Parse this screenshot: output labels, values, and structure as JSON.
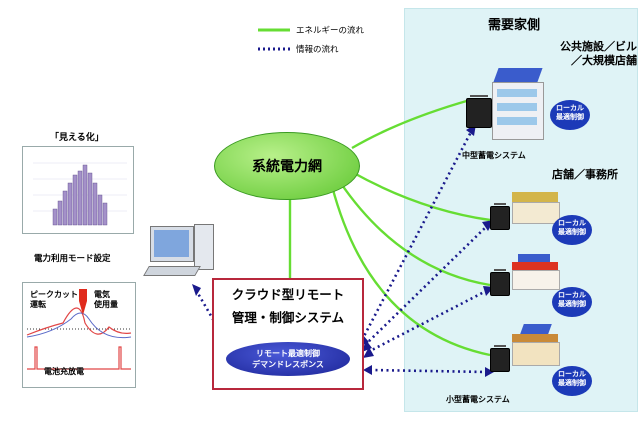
{
  "legend": {
    "energy_flow": "エネルギーの流れ",
    "info_flow": "情報の流れ"
  },
  "demand_side": {
    "title": "需要家側",
    "public_building": "公共施設／ビル\n／大規模店舗",
    "mid_battery": "中型蓄電システム",
    "store_office": "店舗／事務所",
    "small_battery": "小型蓄電システム",
    "local_control_line1": "ローカル",
    "local_control_line2": "最適制御"
  },
  "grid": {
    "label": "系統電力網"
  },
  "cloud": {
    "title_line1": "クラウド型リモート",
    "title_line2": "管理・制御システム",
    "inner_line1": "リモート最適制御",
    "inner_line2": "デマンドレスポンス"
  },
  "left": {
    "visualization": "「見える化」",
    "power_mode": "電力利用モード設定",
    "peak_cut_line1": "ピークカット",
    "peak_cut_line2": "運転",
    "usage_line1": "電気",
    "usage_line2": "使用量",
    "battery_charge": "電池充放電"
  },
  "colors": {
    "energy": "#66dd33",
    "info": "#1a1a8c",
    "cloud_border": "#b8283c",
    "local": "#1c3ab8"
  }
}
